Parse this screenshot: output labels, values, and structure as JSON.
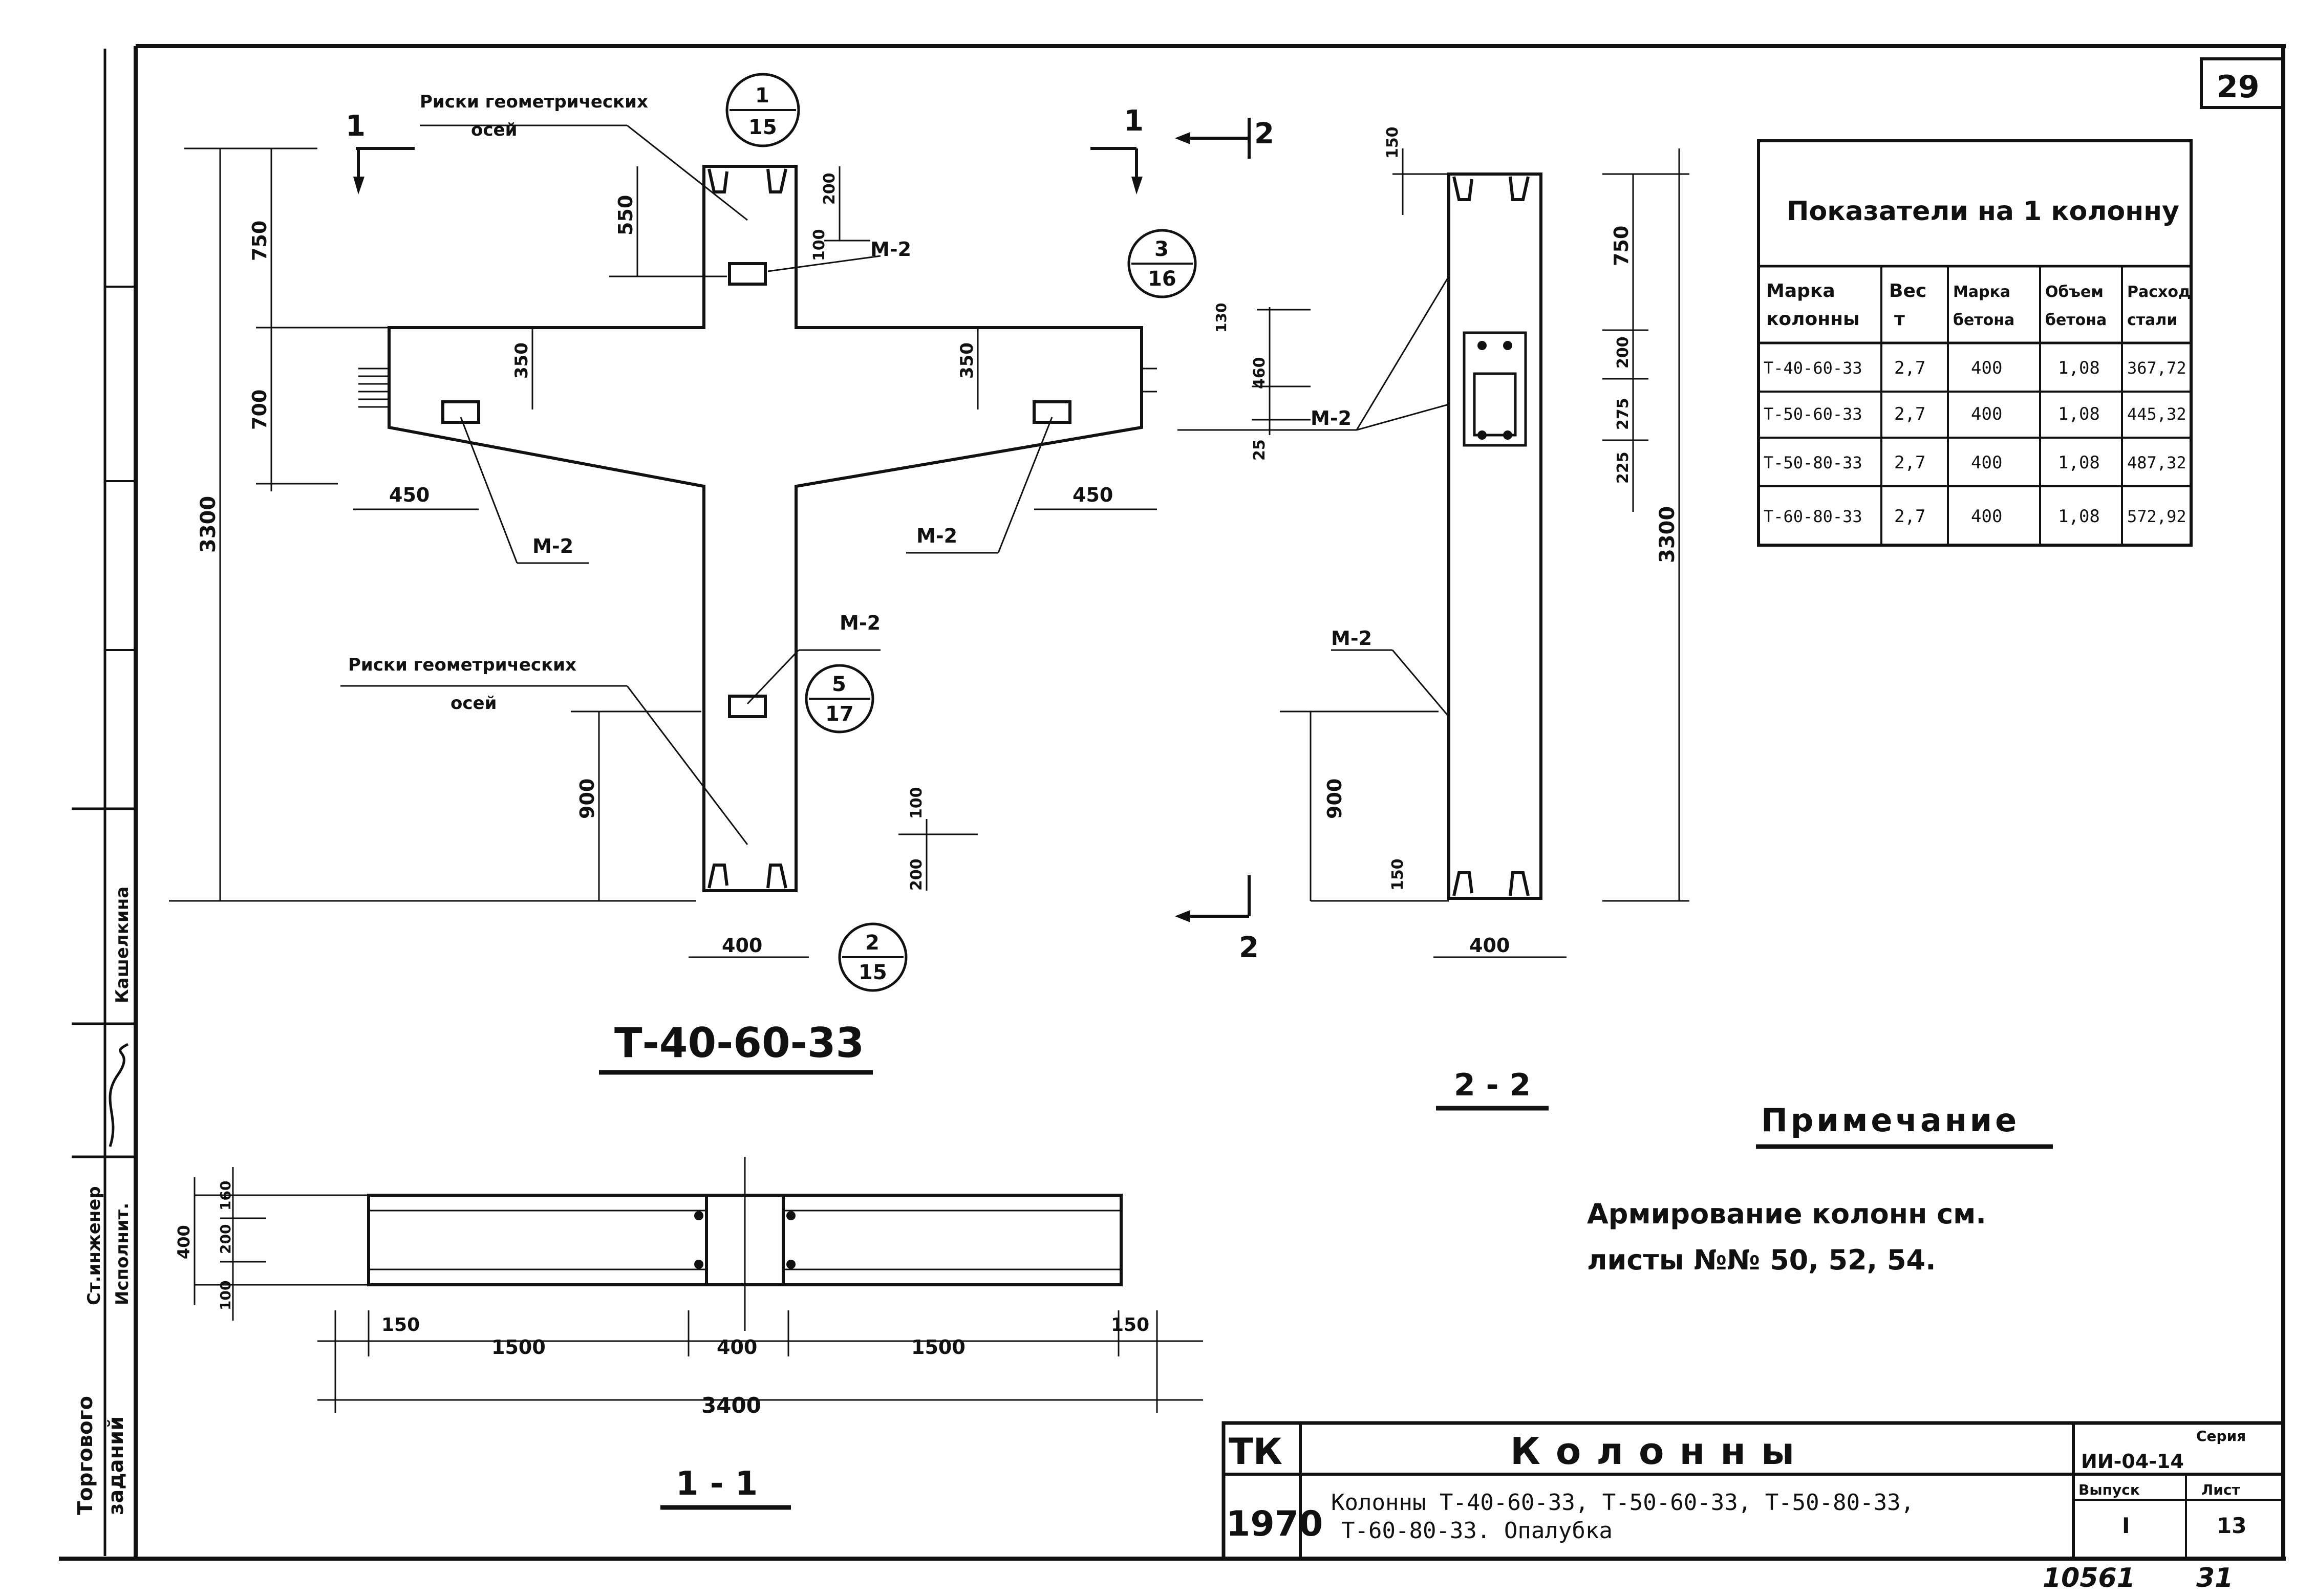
{
  "sheet_number": "29",
  "main_view": {
    "title": "Т-40-60-33",
    "section_mark": "1",
    "callout_top": {
      "top": "1",
      "bottom": "15"
    },
    "callout_right": {
      "top": "3",
      "bottom": "16"
    },
    "callout_mid": {
      "top": "5",
      "bottom": "17"
    },
    "callout_bottom": {
      "top": "2",
      "bottom": "15"
    },
    "axes_label_1": "Риски геометрических",
    "axes_label_1b": "осей",
    "axes_label_2": "Риски геометрических",
    "axes_label_2b": "осей",
    "m2_label": "М-2",
    "dims": {
      "d750": "750",
      "d700": "700",
      "d3300": "3300",
      "d550": "550",
      "d200": "200",
      "d100": "100",
      "d350": "350",
      "d450": "450",
      "d900": "900",
      "d400": "400"
    }
  },
  "side_view": {
    "title": "2 - 2",
    "section_mark": "1",
    "section_2": "2",
    "m2_label": "М-2",
    "dims": {
      "d150": "150",
      "d750": "750",
      "d130": "130",
      "d460": "460",
      "d25": "25",
      "d200": "200",
      "d275": "275",
      "d225": "225",
      "d3300": "3300",
      "d900": "900",
      "d400": "400"
    }
  },
  "plan_view": {
    "title": "1 - 1",
    "dims": {
      "d160": "160",
      "d200": "200",
      "d100": "100",
      "d400": "400",
      "d150": "150",
      "d1500": "1500",
      "d3400": "3400"
    }
  },
  "table": {
    "title": "Показатели на 1 колонну",
    "headers": [
      [
        "Марка",
        "колонны"
      ],
      [
        "Вес",
        "т"
      ],
      [
        "Марка",
        "бетона"
      ],
      [
        "Объем",
        "бетона"
      ],
      [
        "Расход",
        "стали"
      ]
    ],
    "rows": [
      [
        "Т-40-60-33",
        "2,7",
        "400",
        "1,08",
        "367,72"
      ],
      [
        "Т-50-60-33",
        "2,7",
        "400",
        "1,08",
        "445,32"
      ],
      [
        "Т-50-80-33",
        "2,7",
        "400",
        "1,08",
        "487,32"
      ],
      [
        "Т-60-80-33",
        "2,7",
        "400",
        "1,08",
        "572,92"
      ]
    ]
  },
  "note": {
    "title": "Примечание",
    "line1": "Армирование колонн см.",
    "line2": "листы №№ 50, 52, 54."
  },
  "stamp": {
    "org_1": "ТК",
    "org_2": "1970",
    "title": "Колонны",
    "subtitle_1": "Колонны Т-40-60-33, Т-50-60-33, Т-50-80-33,",
    "subtitle_2": "Т-60-80-33.    Опалубка",
    "series_label": "Серия",
    "series_value": "ИИ-04-14",
    "issue_label": "Выпуск",
    "issue_value": "I",
    "sheet_label": "Лист",
    "sheet_value": "13"
  },
  "left_strip": {
    "dept_1": "Торгового",
    "dept_2": "заданий",
    "role_1": "Ст.инженер",
    "role_2": "Исполнит.",
    "name": "Кашелкина"
  },
  "inv_number": "10561",
  "inv_extra": "31"
}
